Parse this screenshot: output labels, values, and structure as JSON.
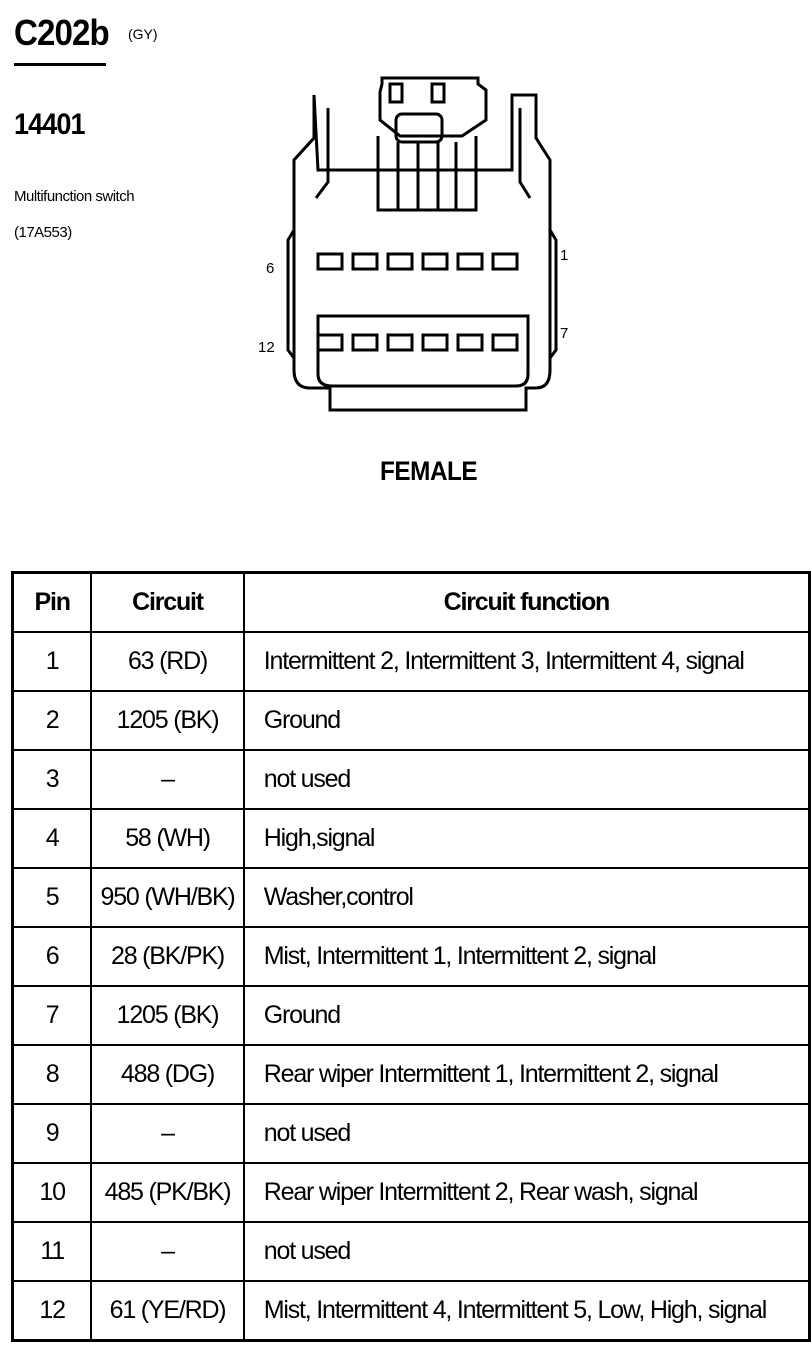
{
  "header": {
    "connector_id": "C202b",
    "connector_color": "(GY)",
    "part_number": "14401",
    "component_name": "Multifunction switch",
    "component_code": "(17A553)"
  },
  "connector": {
    "pin_labels": {
      "top_left": "6",
      "top_right": "1",
      "bottom_left": "12",
      "bottom_right": "7"
    },
    "gender": "FEMALE"
  },
  "table": {
    "headers": {
      "pin": "Pin",
      "circuit": "Circuit",
      "function": "Circuit function"
    },
    "rows": [
      {
        "pin": "1",
        "circuit": "63 (RD)",
        "function": "Intermittent 2, Intermittent 3, Intermittent 4, signal"
      },
      {
        "pin": "2",
        "circuit": "1205 (BK)",
        "function": "Ground"
      },
      {
        "pin": "3",
        "circuit": "–",
        "function": "not used"
      },
      {
        "pin": "4",
        "circuit": "58 (WH)",
        "function": "High,signal"
      },
      {
        "pin": "5",
        "circuit": "950 (WH/BK)",
        "function": "Washer,control"
      },
      {
        "pin": "6",
        "circuit": "28 (BK/PK)",
        "function": "Mist, Intermittent 1, Intermittent 2, signal"
      },
      {
        "pin": "7",
        "circuit": "1205 (BK)",
        "function": "Ground"
      },
      {
        "pin": "8",
        "circuit": "488 (DG)",
        "function": "Rear wiper Intermittent 1, Intermittent 2, signal"
      },
      {
        "pin": "9",
        "circuit": "–",
        "function": "not used"
      },
      {
        "pin": "10",
        "circuit": "485 (PK/BK)",
        "function": "Rear wiper Intermittent 2, Rear wash, signal"
      },
      {
        "pin": "11",
        "circuit": "–",
        "function": "not used"
      },
      {
        "pin": "12",
        "circuit": "61 (YE/RD)",
        "function": "Mist, Intermittent 4, Intermittent 5, Low, High, signal"
      }
    ]
  }
}
